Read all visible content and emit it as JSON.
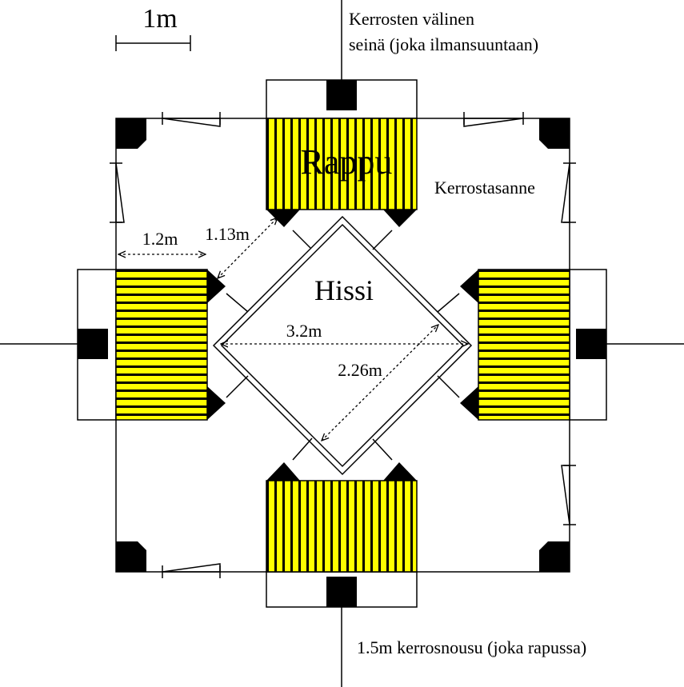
{
  "labels": {
    "scale": "1m",
    "wall_note_line1": "Kerrosten välinen",
    "wall_note_line2": "seinä (joka ilmansuuntaan)",
    "stair": "Rappu",
    "landing": "Kerrostasanne",
    "elevator": "Hissi",
    "dim_stair_width": "1.2m",
    "dim_gap": "1.13m",
    "dim_diagonal": "3.2m",
    "dim_side": "2.26m",
    "rise_note": "1.5m kerrosnousu (joka rapussa)"
  },
  "colors": {
    "stair_fill": "#ffff00",
    "stroke": "#000000",
    "background": "#ffffff"
  }
}
